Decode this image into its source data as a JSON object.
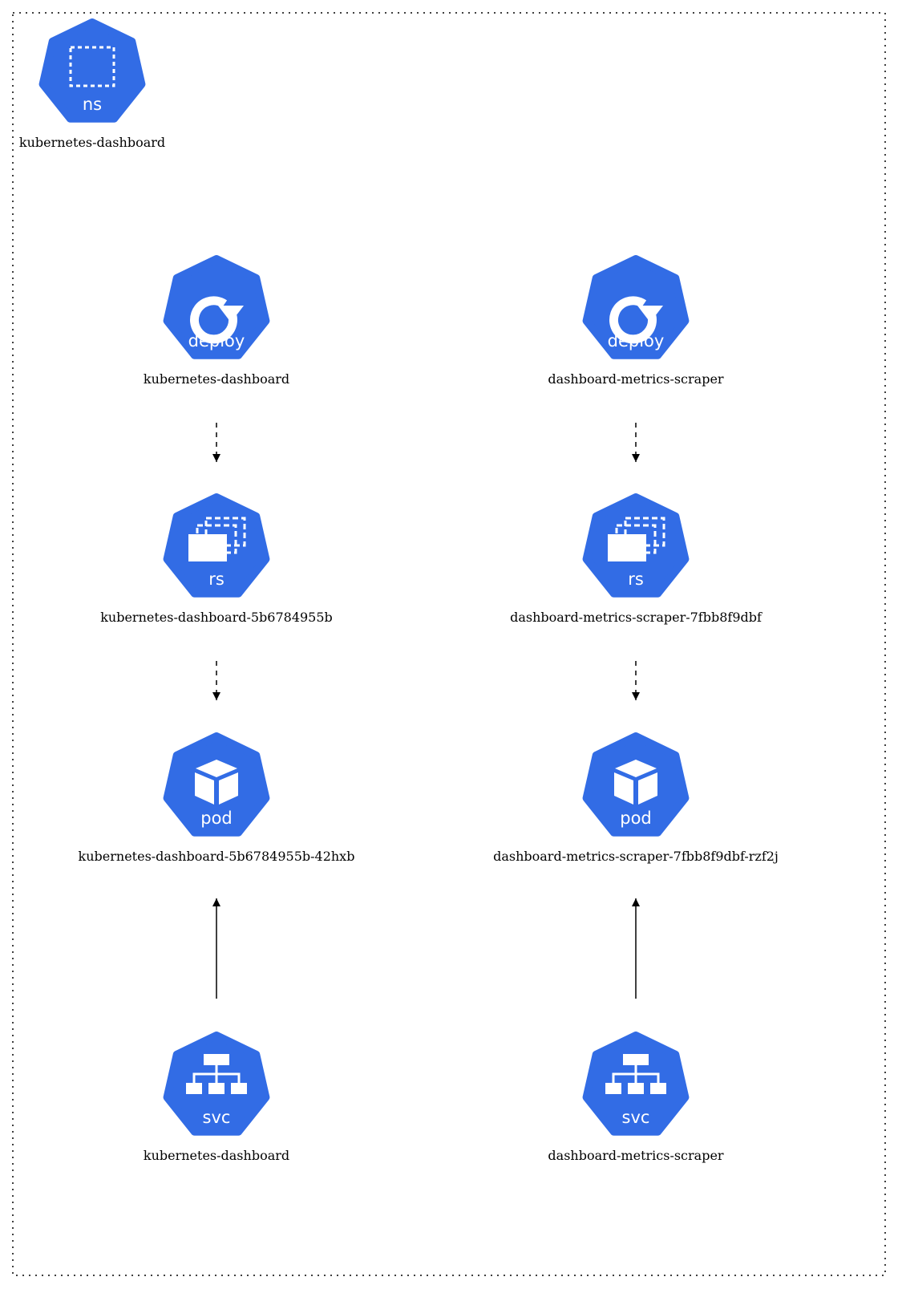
{
  "colors": {
    "icon_fill": "#326CE5",
    "icon_glyph": "#ffffff",
    "edge": "#000000",
    "namespace_border": "#000000"
  },
  "namespace": {
    "icon": "namespace-icon",
    "icon_label": "ns",
    "name": "kubernetes-dashboard"
  },
  "columns": [
    {
      "deploy": {
        "icon": "deployment-icon",
        "icon_label": "deploy",
        "name": "kubernetes-dashboard"
      },
      "rs": {
        "icon": "replicaset-icon",
        "icon_label": "rs",
        "name": "kubernetes-dashboard-5b6784955b"
      },
      "pod": {
        "icon": "pod-icon",
        "icon_label": "pod",
        "name": "kubernetes-dashboard-5b6784955b-42hxb"
      },
      "svc": {
        "icon": "service-icon",
        "icon_label": "svc",
        "name": "kubernetes-dashboard"
      }
    },
    {
      "deploy": {
        "icon": "deployment-icon",
        "icon_label": "deploy",
        "name": "dashboard-metrics-scraper"
      },
      "rs": {
        "icon": "replicaset-icon",
        "icon_label": "rs",
        "name": "dashboard-metrics-scraper-7fbb8f9dbf"
      },
      "pod": {
        "icon": "pod-icon",
        "icon_label": "pod",
        "name": "dashboard-metrics-scraper-7fbb8f9dbf-rzf2j"
      },
      "svc": {
        "icon": "service-icon",
        "icon_label": "svc",
        "name": "dashboard-metrics-scraper"
      }
    }
  ],
  "edges": [
    {
      "from": "deploy",
      "to": "rs",
      "style": "dashed"
    },
    {
      "from": "rs",
      "to": "pod",
      "style": "dashed"
    },
    {
      "from": "svc",
      "to": "pod",
      "style": "solid"
    }
  ]
}
